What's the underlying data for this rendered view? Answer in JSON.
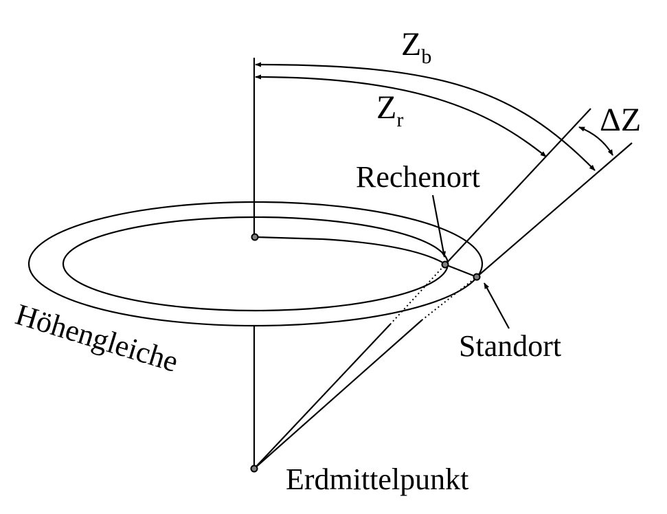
{
  "labels": {
    "zb_main": "Z",
    "zb_sub": "b",
    "zr_main": "Z",
    "zr_sub": "r",
    "delta_z": "ΔZ",
    "rechenort": "Rechenort",
    "standort": "Standort",
    "hoehengleiche": "Höhengleiche",
    "erdmittelpunkt": "Erdmittelpunkt"
  },
  "colors": {
    "line": "#000000",
    "point_fill": "#808080"
  }
}
